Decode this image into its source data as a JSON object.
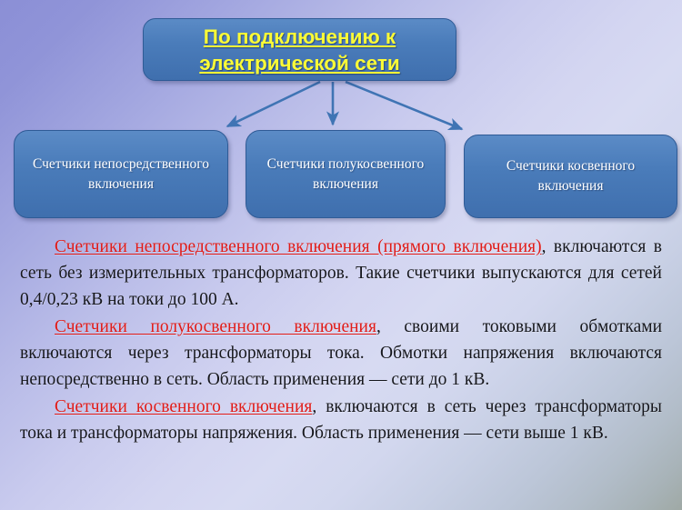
{
  "slide": {
    "background_top_color": "#8b8fd6",
    "background_bottom_color": "#9fa9a5"
  },
  "diagram": {
    "title_box": {
      "label": "По подключению к электрической сети",
      "text_color": "#fbfb36",
      "fill_color": "#4a7cba"
    },
    "children": [
      {
        "label": "Счетчики непосредственного включения",
        "text_color": "#ffffff",
        "fill_color": "#4a7cba"
      },
      {
        "label": "Счетчики полукосвенного включения",
        "text_color": "#ffffff",
        "fill_color": "#4a7cba"
      },
      {
        "label": "Счетчики косвенного включения",
        "text_color": "#ffffff",
        "fill_color": "#4a7cba"
      }
    ],
    "connector_color": "#3f74b4",
    "connector_count": 3
  },
  "body": {
    "highlight_color": "#e01b18",
    "text_color": "#15161c",
    "paragraphs": [
      {
        "highlight": "Счетчики непосредственного включения (прямого включения)",
        "rest": ", включаются в сеть без измерительных трансформаторов. Такие счетчики выпускаются для сетей 0,4/0,23 кВ на токи до 100 А."
      },
      {
        "highlight": "Счетчики полукосвенного включения",
        "rest": ", своими токовыми обмотками включаются через трансформаторы тока. Обмотки напряжения включаются непосредственно в сеть. Область применения — сети до 1 кВ."
      },
      {
        "highlight": "Счетчики косвенного включения",
        "rest": ", включаются в сеть через трансформаторы тока и трансформаторы напряжения. Область применения — сети выше 1 кВ."
      }
    ]
  }
}
